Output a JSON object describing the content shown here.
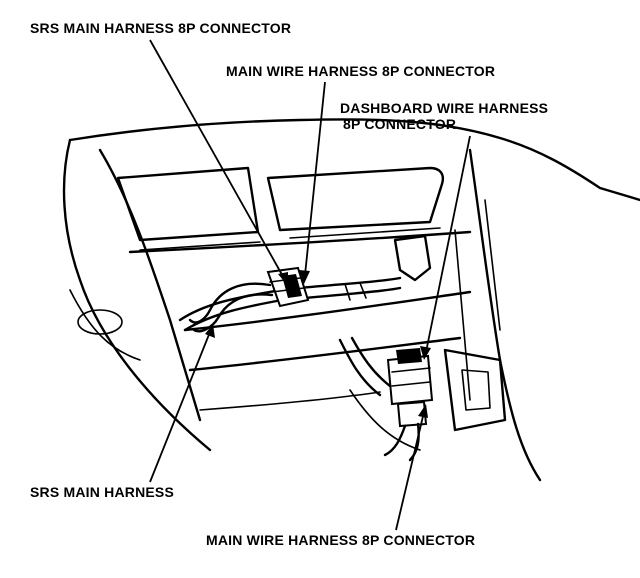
{
  "labels": {
    "srs_main_harness_connector": "SRS MAIN HARNESS 8P CONNECTOR",
    "main_wire_harness_connector_top": "MAIN WIRE HARNESS 8P CONNECTOR",
    "dashboard_wire_harness_connector_line1": "DASHBOARD WIRE HARNESS",
    "dashboard_wire_harness_connector_line2": "8P CONNECTOR",
    "srs_main_harness": "SRS MAIN HARNESS",
    "main_wire_harness_connector_bottom": "MAIN WIRE HARNESS 8P CONNECTOR"
  },
  "colors": {
    "ink": "#000000",
    "background": "#ffffff"
  }
}
